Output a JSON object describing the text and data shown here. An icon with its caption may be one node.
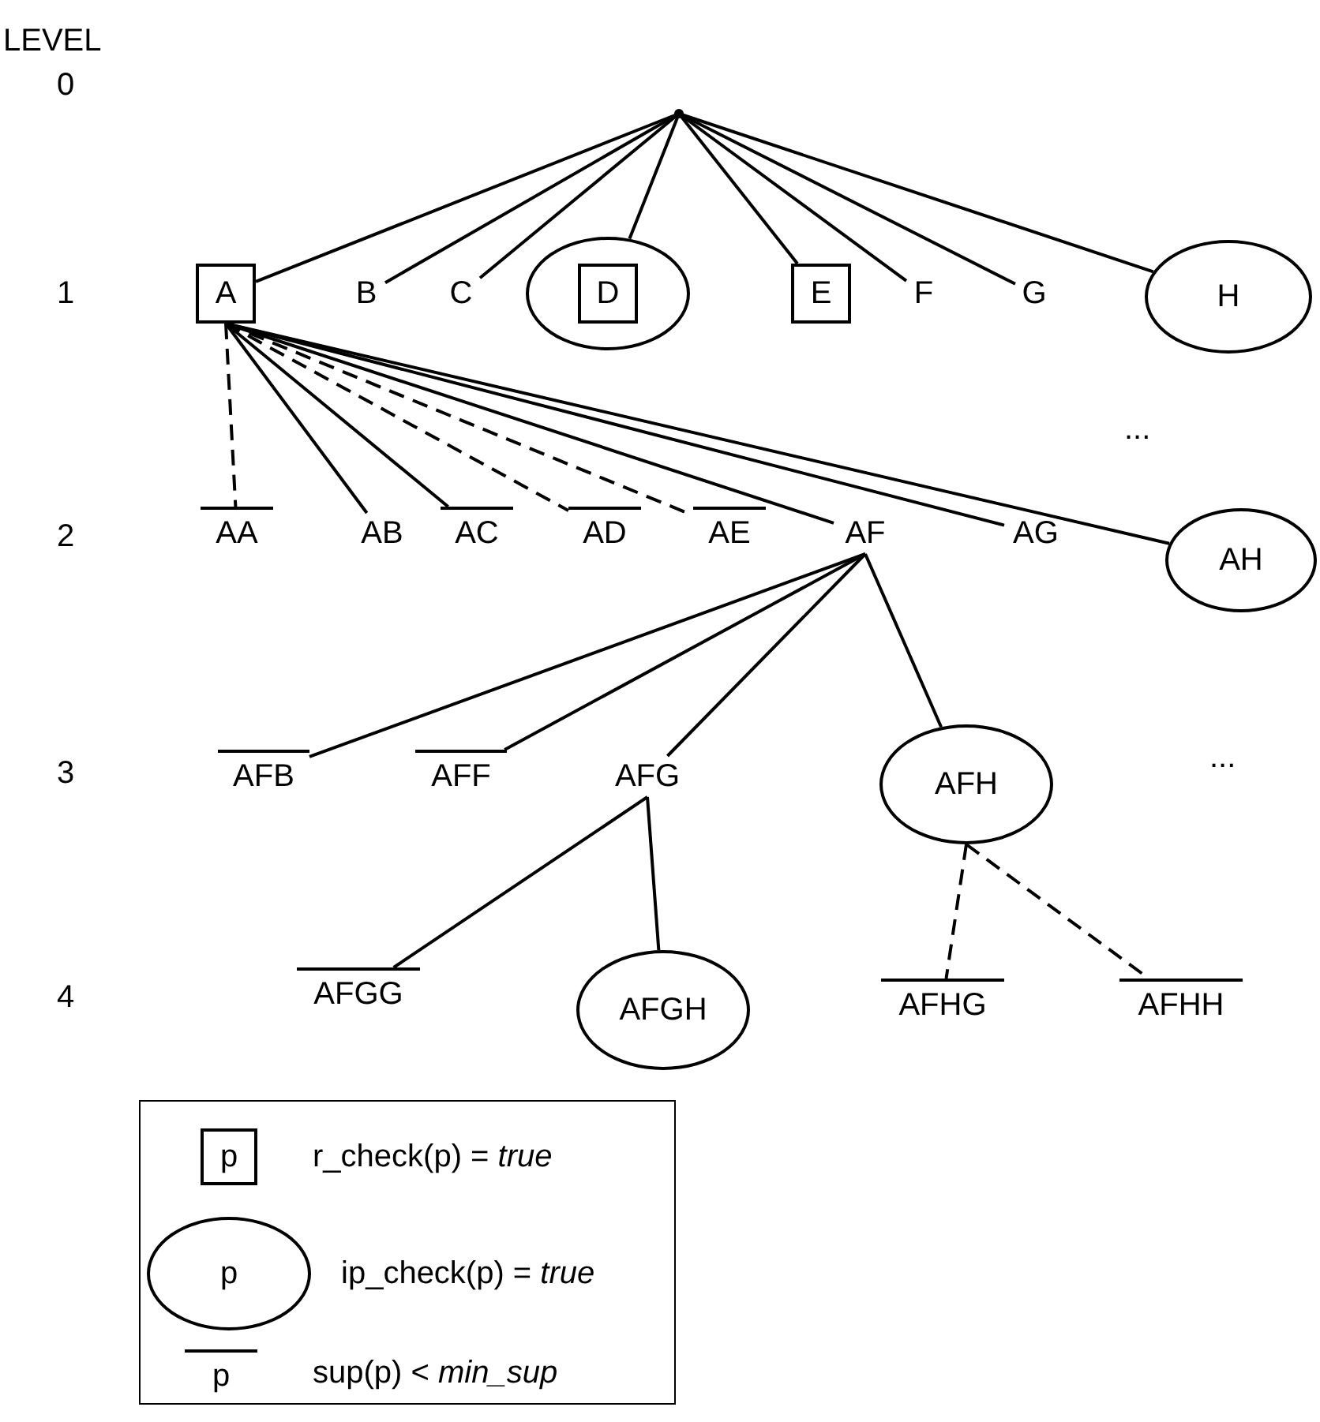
{
  "diagram": {
    "nodes": [
      {
        "text": [],
        "shape": "point"
      },
      {
        "text": [
          "A"
        ]
      },
      {
        "text": [
          "B"
        ]
      },
      {
        "text": [
          "C"
        ]
      },
      {
        "text": [],
        "shape": "ellipse"
      },
      {
        "text": [
          "D"
        ],
        "in": 4
      },
      {
        "text": [
          "E"
        ]
      },
      {
        "text": [
          "F"
        ]
      },
      {
        "text": [
          "G"
        ]
      },
      {
        "text": [
          "H"
        ]
      },
      {
        "text": [
          "AA"
        ]
      },
      {
        "text": [
          "AB"
        ]
      },
      {
        "text": [
          "AC"
        ]
      },
      {
        "text": [
          "AD"
        ]
      },
      {
        "text": [
          "AE"
        ]
      },
      {
        "text": [
          "AF"
        ]
      },
      {
        "text": [
          "AG"
        ]
      },
      {
        "text": [
          "AH"
        ]
      },
      {
        "text": [
          "AFB"
        ]
      },
      {
        "text": [
          "AFF"
        ]
      },
      {
        "text": [
          "AFG"
        ]
      },
      {
        "text": [
          "AFH"
        ]
      },
      {
        "text": [
          "AFGG"
        ]
      },
      {
        "text": [
          "AFGH"
        ]
      },
      {
        "text": [
          "AFHG"
        ]
      },
      {
        "text": [
          "AFHH"
        ]
      }
    ],
    "edges": [
      {
        "from": 0,
        "to": 1,
        "arrow": "none"
      },
      {
        "from": 0,
        "to": 2,
        "arrow": "none"
      },
      {
        "from": 0,
        "to": 3,
        "arrow": "none"
      },
      {
        "from": 0,
        "to": 4,
        "arrow": "none"
      },
      {
        "from": 0,
        "to": 6,
        "arrow": "none"
      },
      {
        "from": 0,
        "to": 7,
        "arrow": "none"
      },
      {
        "from": 0,
        "to": 8,
        "arrow": "none"
      },
      {
        "from": 0,
        "to": 9,
        "arrow": "none"
      },
      {
        "from": 1,
        "to": 10,
        "arrow": "none",
        "style": "dashed"
      },
      {
        "from": 1,
        "to": 11,
        "arrow": "none"
      },
      {
        "from": 1,
        "to": 12,
        "arrow": "none"
      },
      {
        "from": 1,
        "to": 13,
        "arrow": "none",
        "style": "dashed"
      },
      {
        "from": 1,
        "to": 14,
        "arrow": "none",
        "style": "dashed"
      },
      {
        "from": 1,
        "to": 15,
        "arrow": "none"
      },
      {
        "from": 1,
        "to": 16,
        "arrow": "none"
      },
      {
        "from": 1,
        "to": 17,
        "arrow": "none"
      },
      {
        "from": 15,
        "to": 18,
        "arrow": "none"
      },
      {
        "from": 15,
        "to": 19,
        "arrow": "none"
      },
      {
        "from": 15,
        "to": 20,
        "arrow": "none"
      },
      {
        "from": 15,
        "to": 21,
        "arrow": "none"
      },
      {
        "from": 20,
        "to": 22,
        "arrow": "none"
      },
      {
        "from": 20,
        "to": 23,
        "arrow": "none"
      },
      {
        "from": 21,
        "to": 24,
        "arrow": "none",
        "style": "dashed"
      },
      {
        "from": 21,
        "to": 25,
        "arrow": "none",
        "style": "dashed"
      }
    ],
    "labels": [
      "LEVEL",
      "0",
      "1",
      "2",
      "...",
      "3",
      "...",
      "4",
      "p",
      "p",
      "p"
    ],
    "legend": [
      {
        "text": "r_check(p) = *true*"
      },
      {
        "text": "ip_check(p) = *true*"
      },
      {
        "text": "sup(p) < *min_sup*"
      }
    ]
  }
}
